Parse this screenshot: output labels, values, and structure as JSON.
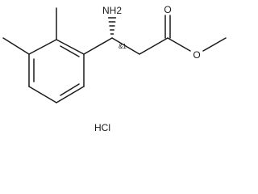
{
  "molecule": {
    "atoms": {
      "amine": "NH2",
      "carbonyl_oxygen": "O",
      "ester_oxygen": "O"
    },
    "stereo_label": "&1",
    "salt": "HCl"
  }
}
